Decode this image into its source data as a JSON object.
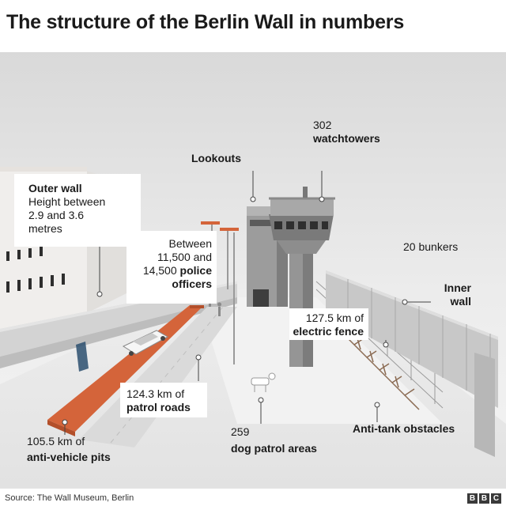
{
  "title": "The structure of the Berlin Wall in numbers",
  "labels": {
    "outer_wall": {
      "heading": "Outer wall",
      "line1": "Height between",
      "line2": "2.9 and 3.6",
      "line3": "metres"
    },
    "lookouts": "Lookouts",
    "watchtowers": {
      "number": "302",
      "text": "watchtowers"
    },
    "police": {
      "line1": "Between",
      "line2": "11,500 and",
      "line3_num": "14,500 ",
      "line3_bold": "police",
      "line4": "officers"
    },
    "bunkers": "20 bunkers",
    "inner_wall": {
      "line1": "Inner",
      "line2": "wall"
    },
    "electric_fence": {
      "line1": "127.5 km of",
      "line2": "electric fence"
    },
    "patrol_roads": {
      "line1": "124.3 km of",
      "line2": "patrol roads"
    },
    "dog_patrol": {
      "number": "259",
      "text": "dog patrol areas"
    },
    "anti_tank": "Anti-tank obstacles",
    "anti_vehicle": {
      "line1": "105.5 km of",
      "line2": "anti-vehicle pits"
    }
  },
  "footer": {
    "source": "Source: The Wall Museum, Berlin",
    "logo": [
      "B",
      "B",
      "C"
    ]
  },
  "colors": {
    "pit": "#d4643a",
    "wall": "#cfcfcf",
    "ground": "#e9e9e9",
    "tower": "#8d8d8d",
    "text": "#1a1a1a"
  }
}
